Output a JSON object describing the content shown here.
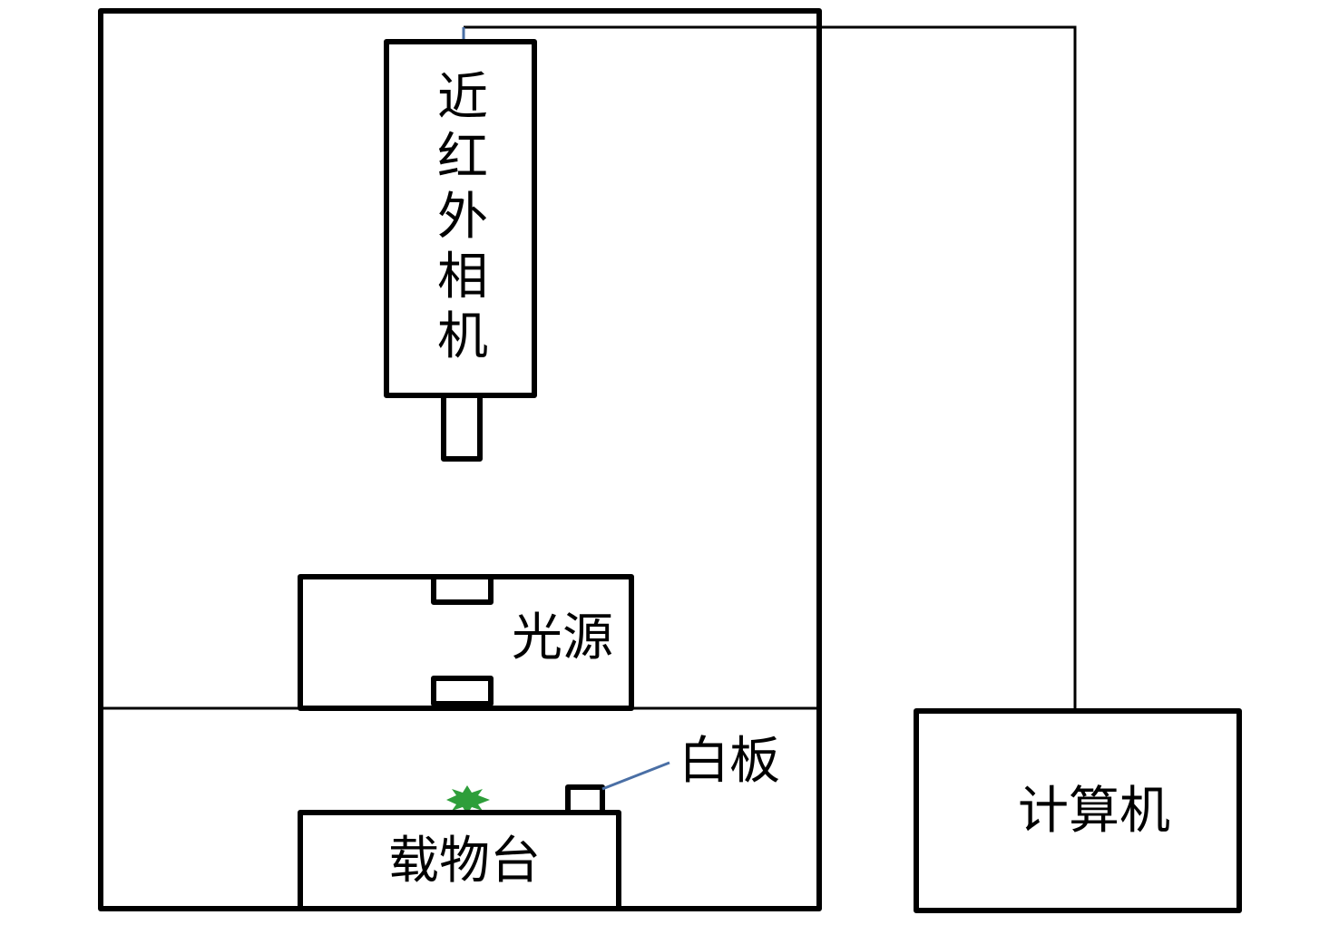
{
  "labels": {
    "camera": [
      "近",
      "红",
      "外",
      "相",
      "机"
    ],
    "light_source": "光源",
    "white_board": "白板",
    "stage": "载物台",
    "computer": "计算机"
  },
  "colors": {
    "stroke": "#000000",
    "leader_line": "#4a6fa5",
    "sample": "#2e9e3a"
  }
}
